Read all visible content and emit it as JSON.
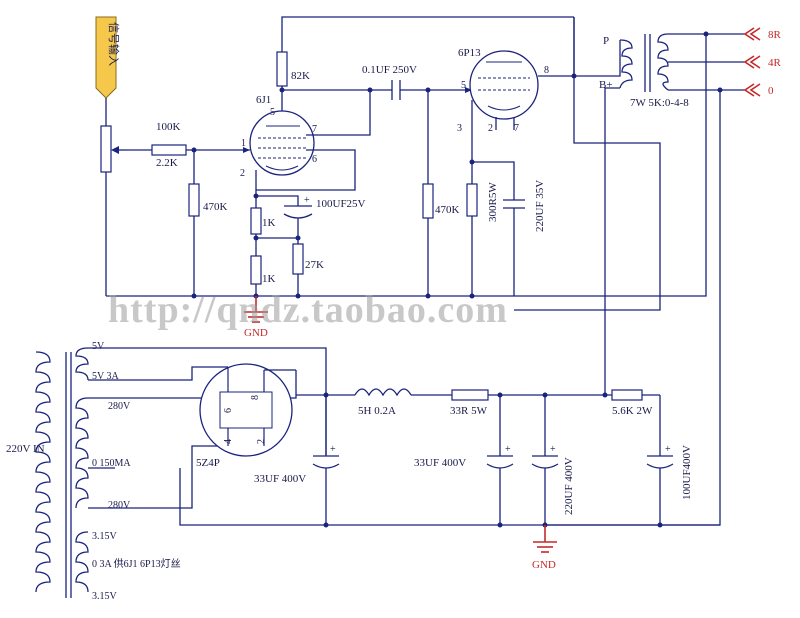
{
  "input": {
    "label": "信号输入"
  },
  "volume_pot": {
    "value": "100K"
  },
  "grid_stopper": {
    "value": "2.2K"
  },
  "grid_leak_1": {
    "value": "470K"
  },
  "tube_6j1": {
    "name": "6J1",
    "pins": [
      "5",
      "1",
      "7",
      "6",
      "2"
    ]
  },
  "plate_resistor": {
    "value": "82K"
  },
  "coupling_cap": {
    "value": "0.1UF 250V"
  },
  "cathode_cap": {
    "value": "100UF25V"
  },
  "cathode_r1": {
    "value": "1K"
  },
  "cathode_r2": {
    "value": "1K"
  },
  "feedback_r": {
    "value": "27K"
  },
  "grid_leak_2": {
    "value": "470K"
  },
  "tube_6p13": {
    "name": "6P13",
    "pins": [
      "5",
      "8",
      "3",
      "2",
      "7"
    ]
  },
  "cathode_r_out": {
    "value": "300R5W"
  },
  "cathode_cap_out": {
    "value": "220UF 35V"
  },
  "output_transformer": {
    "primary_p": "P",
    "primary_b": "B+",
    "spec": "7W 5K:0-4-8"
  },
  "outputs": [
    "8R",
    "4R",
    "0"
  ],
  "ground_label": "GND",
  "watermark": "http://qndz.taobao.com",
  "power_transformer": {
    "input": "220V IN",
    "taps": [
      "5V",
      "5V 3A",
      "280V",
      "0    150MA",
      "280V",
      "3.15V",
      "0   3A 供6J1 6P13灯丝",
      "3.15V"
    ]
  },
  "rectifier": {
    "name": "5Z4P",
    "pins": [
      "6",
      "8",
      "4",
      "2"
    ]
  },
  "choke": {
    "value": "5H 0.2A"
  },
  "filter_r1": {
    "value": "33R 5W"
  },
  "filter_r2": {
    "value": "5.6K 2W"
  },
  "filter_c1": {
    "value": "33UF 400V"
  },
  "filter_c2": {
    "value": "33UF 400V"
  },
  "filter_c3": {
    "value": "220UF 400V"
  },
  "filter_c4": {
    "value": "100UF400V"
  },
  "colors": {
    "wire": "#1a237e",
    "ground": "#c62828",
    "input_tag": "#f5c84c",
    "watermark": "#9a9a9a"
  }
}
